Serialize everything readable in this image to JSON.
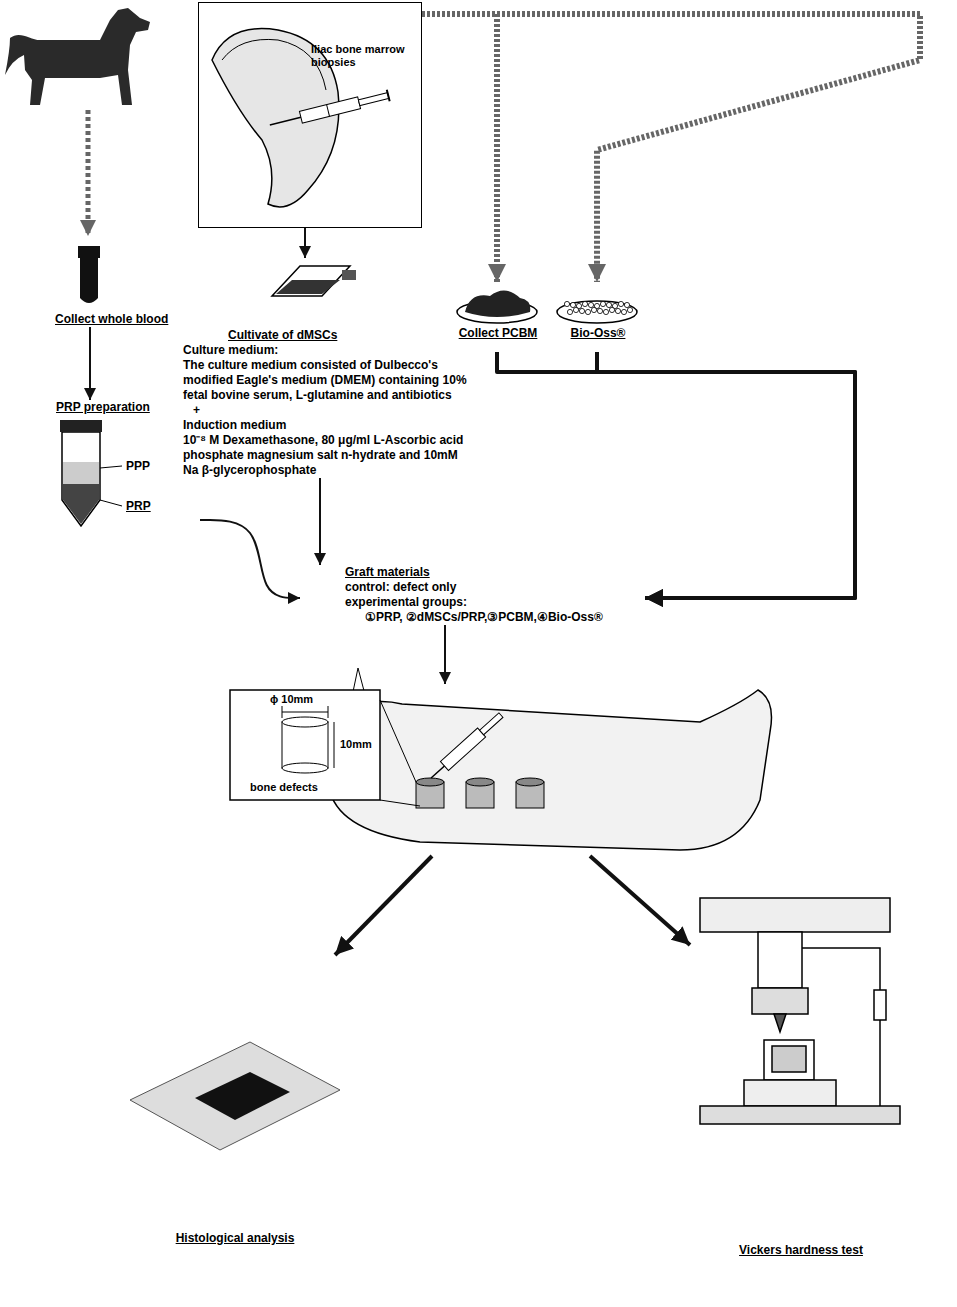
{
  "diagram": {
    "nodes": [
      {
        "text": [
          "Iliac bone marrow biopsies"
        ]
      },
      {
        "text": [
          "Collect whole blood"
        ]
      },
      {
        "text": [
          "PRP preparation",
          "PPP",
          "PRP"
        ]
      },
      {
        "text": [
          "Cultivate of dMSCs",
          "Culture medium:",
          "The culture medium consisted of Dulbecco's modified Eagle's medium (DMEM) containing 10% fetal bovine serum, L-glutamine and antibiotics",
          "+",
          "Induction medium",
          "10⁻⁸ M Dexamethasone, 80 μg/ml L-Ascorbic acid phosphate magnesium salt n-hydrate and 10mM Na β-glycerophosphate"
        ]
      },
      {
        "text": [
          "Collect PCBM"
        ]
      },
      {
        "text": [
          "Bio-Oss®"
        ]
      },
      {
        "text": [
          "Graft materials",
          "control: defect only",
          "experimental groups:",
          "①PRP, ②dMSCs/PRP,③PCBM,④Bio-Oss®"
        ]
      },
      {
        "text": [
          "bone defects"
        ]
      },
      {
        "text": [
          "Histological analysis"
        ]
      },
      {
        "text": [
          "Vickers hardness test"
        ]
      }
    ],
    "edges": [
      {
        "from": 0,
        "to": 3,
        "arrow": "to"
      },
      {
        "from": 0,
        "to": 4,
        "arrow": "to"
      },
      {
        "from": 0,
        "to": 5,
        "arrow": "to"
      },
      {
        "from": 1,
        "to": 2,
        "arrow": "to"
      },
      {
        "from": 2,
        "to": 6,
        "arrow": "to"
      },
      {
        "from": 3,
        "to": 6,
        "arrow": "to"
      },
      {
        "from": 4,
        "to": 6,
        "arrow": "to"
      },
      {
        "from": 5,
        "to": 6,
        "arrow": "to"
      },
      {
        "from": 6,
        "to": 7,
        "arrow": "to"
      },
      {
        "from": 7,
        "to": 8,
        "arrow": "to"
      },
      {
        "from": 7,
        "to": 9,
        "arrow": "to"
      }
    ],
    "labels": [
      "ϕ 10mm",
      "10mm"
    ]
  }
}
